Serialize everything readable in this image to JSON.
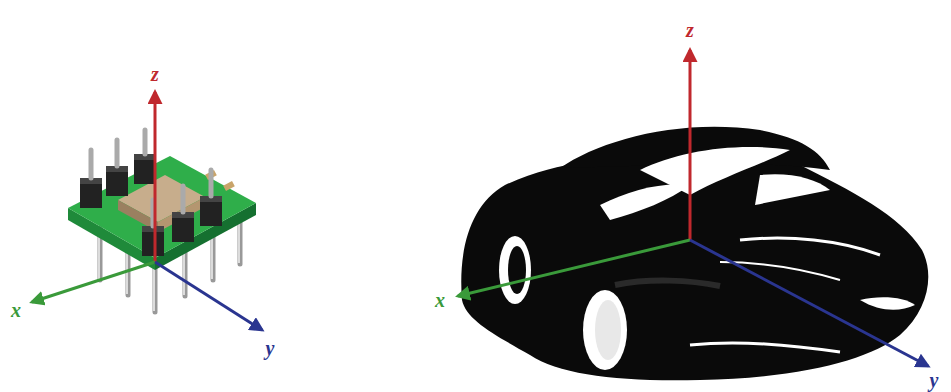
{
  "diagram": {
    "labels": [
      "z",
      "x",
      "y",
      "z",
      "x",
      "y"
    ]
  }
}
